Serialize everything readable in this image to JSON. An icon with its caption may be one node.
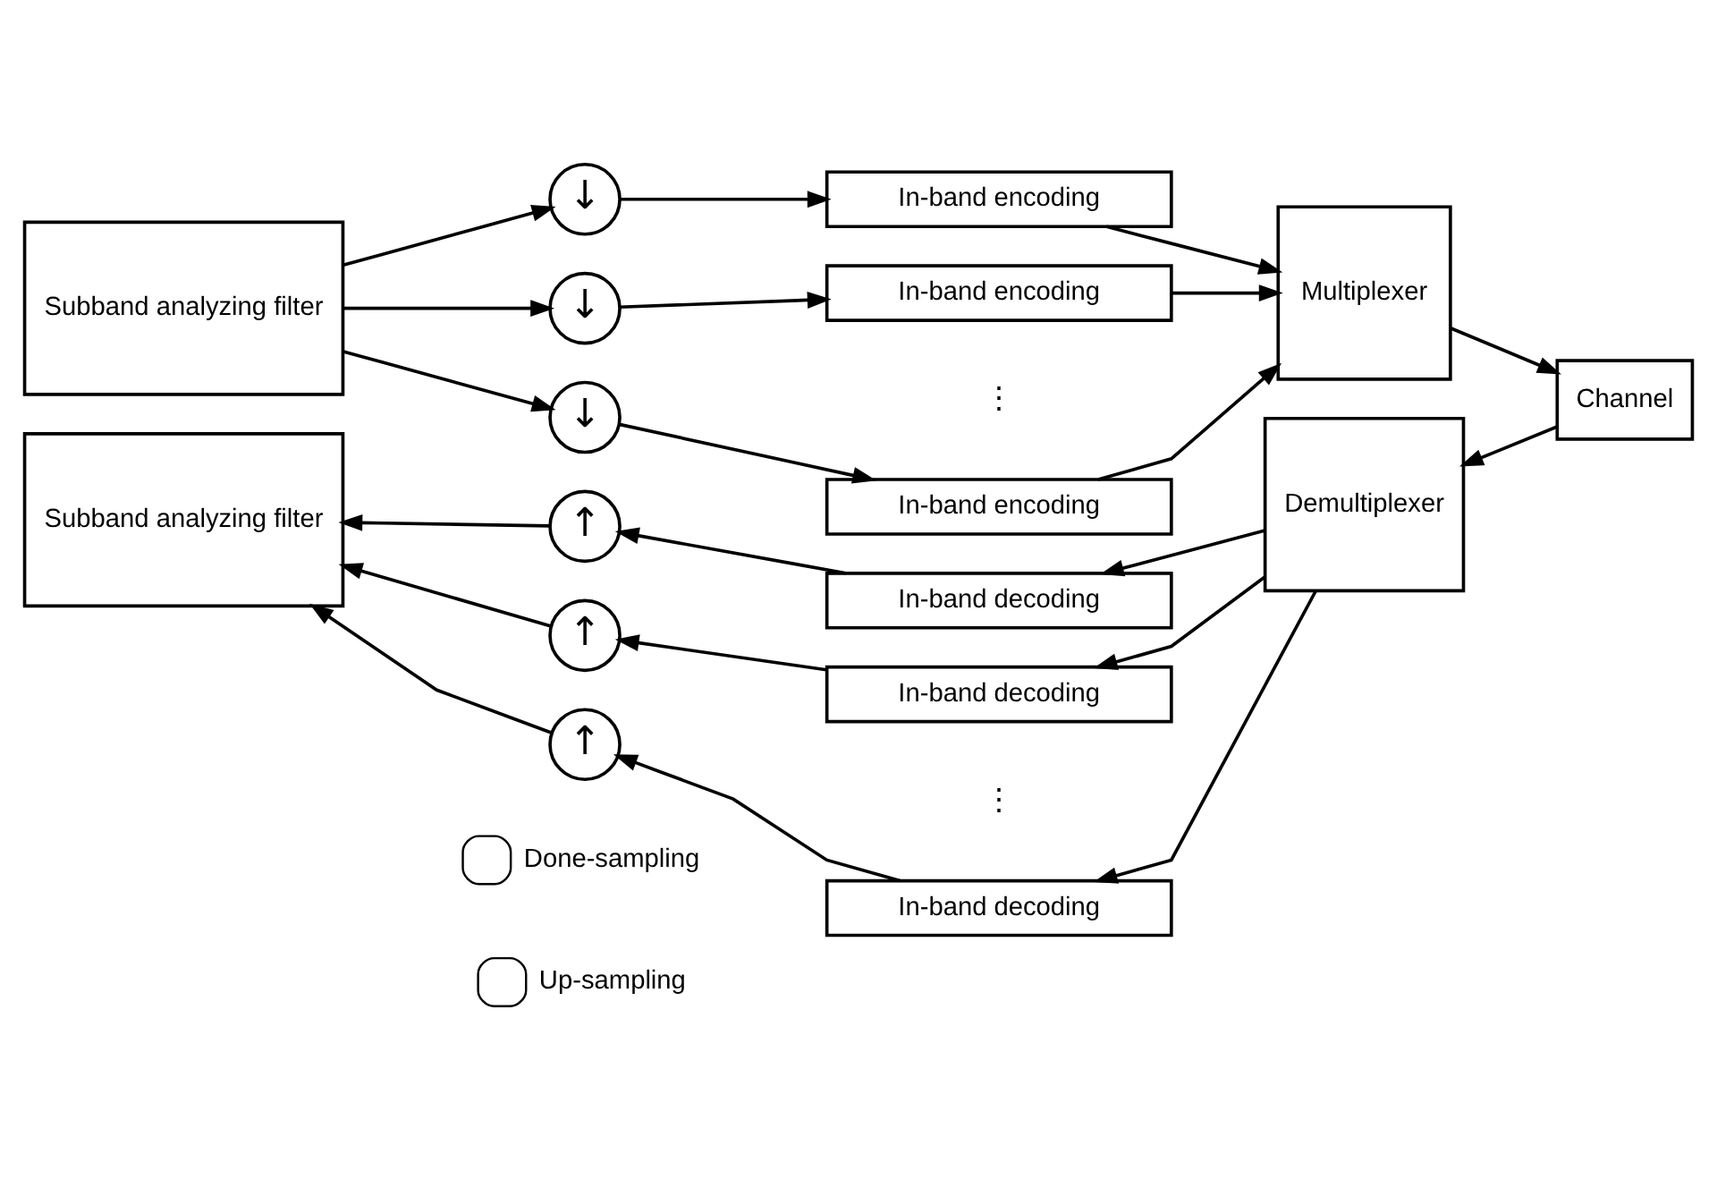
{
  "diagram": {
    "nodes": [
      {
        "text": [
          "Subband analyzing filter"
        ]
      },
      {
        "text": [
          "↓"
        ]
      },
      {
        "text": [
          "↓"
        ]
      },
      {
        "text": [
          "↓"
        ]
      },
      {
        "text": [
          "In-band encoding"
        ]
      },
      {
        "text": [
          "In-band encoding"
        ]
      },
      {
        "text": [
          "In-band encoding"
        ]
      },
      {
        "text": [
          "Multiplexer"
        ]
      },
      {
        "text": [
          "Channel"
        ]
      },
      {
        "text": [
          "Demultiplexer"
        ]
      },
      {
        "text": [
          "In-band decoding"
        ]
      },
      {
        "text": [
          "In-band decoding"
        ]
      },
      {
        "text": [
          "In-band decoding"
        ]
      },
      {
        "text": [
          "↑"
        ]
      },
      {
        "text": [
          "↑"
        ]
      },
      {
        "text": [
          "↑"
        ]
      },
      {
        "text": [
          "Subband analyzing filter"
        ]
      }
    ],
    "edges": [
      {
        "from": 0,
        "to": 1,
        "arrow": "to"
      },
      {
        "from": 0,
        "to": 2,
        "arrow": "to"
      },
      {
        "from": 0,
        "to": 3,
        "arrow": "to"
      },
      {
        "from": 1,
        "to": 4,
        "arrow": "to"
      },
      {
        "from": 2,
        "to": 5,
        "arrow": "to"
      },
      {
        "from": 3,
        "to": 6,
        "arrow": "to"
      },
      {
        "from": 4,
        "to": 7,
        "arrow": "to"
      },
      {
        "from": 5,
        "to": 7,
        "arrow": "to"
      },
      {
        "from": 6,
        "to": 7,
        "arrow": "to"
      },
      {
        "from": 7,
        "to": 8,
        "arrow": "to"
      },
      {
        "from": 8,
        "to": 9,
        "arrow": "to"
      },
      {
        "from": 9,
        "to": 10,
        "arrow": "to"
      },
      {
        "from": 9,
        "to": 11,
        "arrow": "to"
      },
      {
        "from": 9,
        "to": 12,
        "arrow": "to"
      },
      {
        "from": 10,
        "to": 13,
        "arrow": "to"
      },
      {
        "from": 11,
        "to": 14,
        "arrow": "to"
      },
      {
        "from": 12,
        "to": 15,
        "arrow": "to"
      },
      {
        "from": 13,
        "to": 16,
        "arrow": "to"
      },
      {
        "from": 14,
        "to": 16,
        "arrow": "to"
      },
      {
        "from": 15,
        "to": 16,
        "arrow": "to"
      }
    ],
    "labels": [
      "⋮",
      "⋮"
    ],
    "legend": [
      {
        "text": "Done-sampling"
      },
      {
        "text": "Up-sampling"
      }
    ]
  }
}
